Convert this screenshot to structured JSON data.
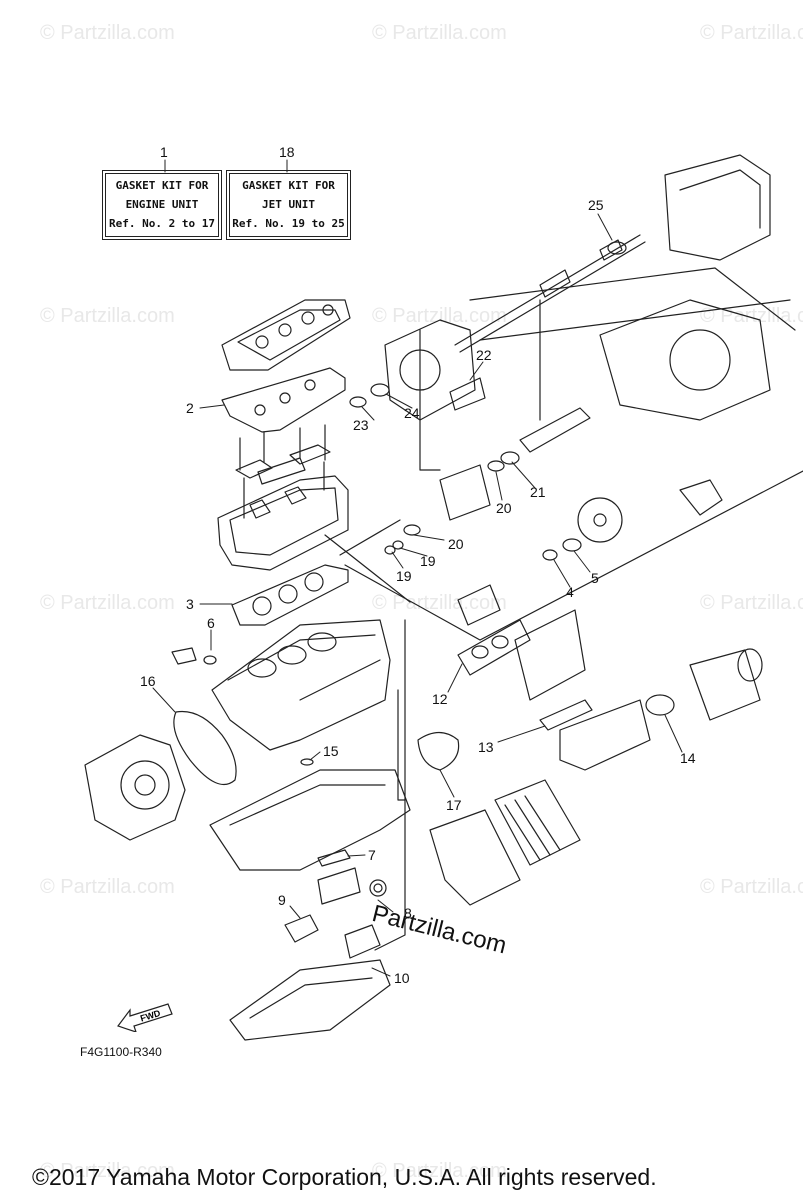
{
  "watermark": "© Partzilla.com",
  "kits": [
    {
      "ref": "1",
      "line1": "GASKET KIT FOR",
      "line2": "ENGINE UNIT",
      "line3": "Ref. No. 2 to 17"
    },
    {
      "ref": "18",
      "line1": "GASKET KIT FOR",
      "line2": "JET UNIT",
      "line3": "Ref. No. 19 to 25"
    }
  ],
  "callouts": [
    "1",
    "2",
    "3",
    "4",
    "5",
    "6",
    "7",
    "8",
    "9",
    "10",
    "12",
    "13",
    "14",
    "15",
    "16",
    "17",
    "18",
    "19",
    "19",
    "20",
    "20",
    "21",
    "22",
    "23",
    "24",
    "25"
  ],
  "fwd_label": "FWD",
  "diagram_code": "F4G1100-R340",
  "site_mark": "Partzilla.com",
  "copyright": "©2017 Yamaha Motor Corporation, U.S.A. All rights reserved."
}
